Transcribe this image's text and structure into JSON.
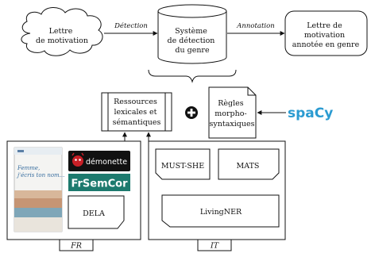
{
  "nodes": {
    "input": {
      "lines": [
        "Lettre",
        "de motivation"
      ]
    },
    "system": {
      "lines": [
        "Système",
        "de détection",
        "du genre"
      ]
    },
    "output": {
      "lines": [
        "Lettre de",
        "motivation",
        "annotée en genre"
      ]
    },
    "resources": {
      "lines": [
        "Ressources",
        "lexicales et",
        "sémantiques"
      ]
    },
    "rules": {
      "lines": [
        "Règles",
        "morpho-",
        "syntaxiques"
      ]
    }
  },
  "edges": {
    "detection": "Détection",
    "annotation": "Annotation"
  },
  "fr_panel": {
    "label": "FR",
    "book": {
      "title_lines": [
        "Femme,",
        "j'écris ton nom..."
      ]
    },
    "demonette": {
      "text": "démonette",
      "color": "#c82027"
    },
    "frsemcor": {
      "text": "FrSemCor",
      "color": "#1d7a6e"
    },
    "dela": {
      "text": "DELA"
    }
  },
  "it_panel": {
    "label": "IT",
    "items": [
      "MUST-SHE",
      "MATS",
      "LivingNER"
    ]
  },
  "spacy": {
    "text": "spaCy",
    "color": "#2b9bd1"
  },
  "colors": {
    "stroke": "#111111",
    "background": "#ffffff"
  }
}
